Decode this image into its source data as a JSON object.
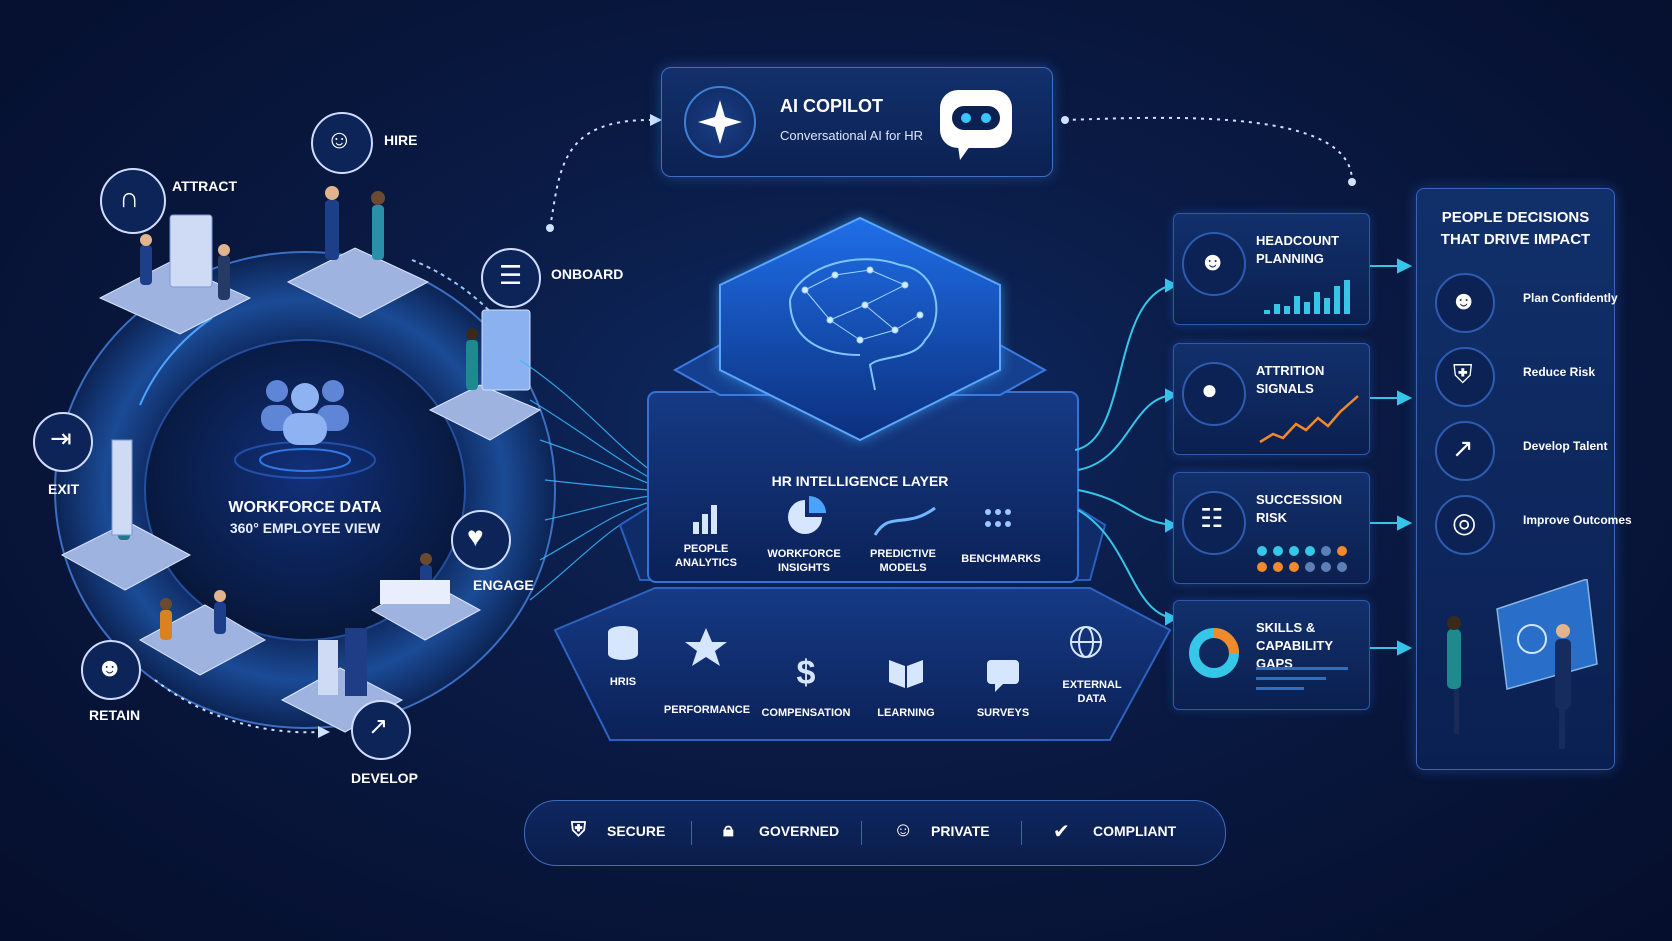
{
  "copilot": {
    "title": "AI COPILOT",
    "subtitle": "Conversational AI for HR"
  },
  "lifecycle": {
    "center_title": "WORKFORCE DATA",
    "center_subtitle": "360° EMPLOYEE VIEW",
    "stages": [
      {
        "label": "ATTRACT",
        "icon": "magnet-icon"
      },
      {
        "label": "HIRE",
        "icon": "people-icon"
      },
      {
        "label": "ONBOARD",
        "icon": "checklist-icon"
      },
      {
        "label": "ENGAGE",
        "icon": "heart-icon"
      },
      {
        "label": "DEVELOP",
        "icon": "growth-chart-icon"
      },
      {
        "label": "RETAIN",
        "icon": "group-icon"
      },
      {
        "label": "EXIT",
        "icon": "exit-door-icon"
      }
    ]
  },
  "intelligence": {
    "layer_title": "HR INTELLIGENCE LAYER",
    "modules": [
      {
        "label": "PEOPLE\nANALYTICS",
        "icon": "bar-chart-icon"
      },
      {
        "label": "WORKFORCE\nINSIGHTS",
        "icon": "pie-chart-icon"
      },
      {
        "label": "PREDICTIVE\nMODELS",
        "icon": "trend-line-icon"
      },
      {
        "label": "BENCHMARKS",
        "icon": "dot-grid-icon"
      }
    ],
    "sources": [
      {
        "label": "HRIS",
        "icon": "database-icon"
      },
      {
        "label": "PERFORMANCE",
        "icon": "star-icon"
      },
      {
        "label": "COMPENSATION",
        "icon": "dollar-icon"
      },
      {
        "label": "LEARNING",
        "icon": "book-icon"
      },
      {
        "label": "SURVEYS",
        "icon": "chat-bubble-icon"
      },
      {
        "label": "EXTERNAL\nDATA",
        "icon": "globe-icon"
      }
    ]
  },
  "outputs": [
    {
      "title": "HEADCOUNT\nPLANNING",
      "icon": "team-icon"
    },
    {
      "title": "ATTRITION\nSIGNALS",
      "icon": "person-icon"
    },
    {
      "title": "SUCCESSION\nRISK",
      "icon": "org-chart-icon"
    },
    {
      "title": "SKILLS & CAPABILITY\nGAPS",
      "icon": "donut-icon"
    }
  ],
  "impact": {
    "title": "PEOPLE DECISIONS\nTHAT DRIVE IMPACT",
    "items": [
      {
        "label": "Plan Confidently",
        "icon": "team-icon"
      },
      {
        "label": "Reduce Risk",
        "icon": "shield-check-icon"
      },
      {
        "label": "Develop Talent",
        "icon": "climb-icon"
      },
      {
        "label": "Improve Outcomes",
        "icon": "target-icon"
      }
    ]
  },
  "trust": [
    {
      "label": "SECURE",
      "icon": "shield-icon"
    },
    {
      "label": "GOVERNED",
      "icon": "lock-icon"
    },
    {
      "label": "PRIVATE",
      "icon": "user-icon"
    },
    {
      "label": "COMPLIANT",
      "icon": "check-circle-icon"
    }
  ],
  "colors": {
    "accent": "#3aa0ff",
    "cyan": "#35d0e8",
    "orange": "#f08a2a",
    "panel": "#0f2760",
    "background": "#071336"
  }
}
